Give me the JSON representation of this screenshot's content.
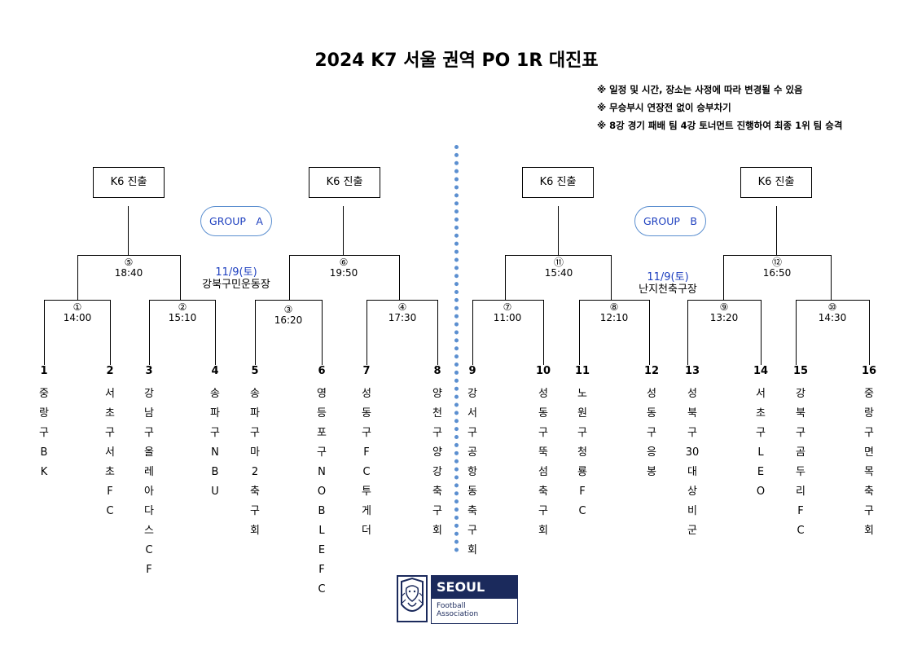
{
  "title": "2024 K7 서울 권역 PO 1R 대진표",
  "notes": [
    "※ 일정 및 시간, 장소는 사정에 따라 변경될 수 있음",
    "※ 무승부시 연장전 없이 승부차기",
    "※ 8강 경기 패배 팀 4강 토너먼트 진행하여 최종 1위 팀 승격"
  ],
  "advance_label": "K6 진출",
  "groups": [
    {
      "name": "GROUP　A",
      "date": "11/9(토)",
      "venue": "강북구민운동장"
    },
    {
      "name": "GROUP　B",
      "date": "11/9(토)",
      "venue": "난지천축구장"
    }
  ],
  "matches": [
    {
      "no": "①",
      "time": "14:00"
    },
    {
      "no": "②",
      "time": "15:10"
    },
    {
      "no": "③",
      "time": "16:20"
    },
    {
      "no": "④",
      "time": "17:30"
    },
    {
      "no": "⑤",
      "time": "18:40"
    },
    {
      "no": "⑥",
      "time": "19:50"
    },
    {
      "no": "⑦",
      "time": "11:00"
    },
    {
      "no": "⑧",
      "time": "12:10"
    },
    {
      "no": "⑨",
      "time": "13:20"
    },
    {
      "no": "⑩",
      "time": "14:30"
    },
    {
      "no": "⑪",
      "time": "15:40"
    },
    {
      "no": "⑫",
      "time": "16:50"
    }
  ],
  "teams": [
    {
      "num": "1",
      "name": [
        "중",
        "랑",
        "구",
        "B",
        "K"
      ]
    },
    {
      "num": "2",
      "name": [
        "서",
        "초",
        "구",
        "서",
        "초",
        "F",
        "C"
      ]
    },
    {
      "num": "3",
      "name": [
        "강",
        "남",
        "구",
        "올",
        "레",
        "아",
        "다",
        "스",
        "C",
        "F"
      ]
    },
    {
      "num": "4",
      "name": [
        "송",
        "파",
        "구",
        "N",
        "B",
        "U"
      ]
    },
    {
      "num": "5",
      "name": [
        "송",
        "파",
        "구",
        "마",
        "2",
        "축",
        "구",
        "회"
      ]
    },
    {
      "num": "6",
      "name": [
        "영",
        "등",
        "포",
        "구",
        "N",
        "O",
        "B",
        "L",
        "E",
        "F",
        "C"
      ]
    },
    {
      "num": "7",
      "name": [
        "성",
        "동",
        "구",
        "F",
        "C",
        "투",
        "게",
        "더"
      ]
    },
    {
      "num": "8",
      "name": [
        "양",
        "천",
        "구",
        "양",
        "강",
        "축",
        "구",
        "회"
      ]
    },
    {
      "num": "9",
      "name": [
        "강",
        "서",
        "구",
        "공",
        "항",
        "동",
        "축",
        "구",
        "회"
      ]
    },
    {
      "num": "10",
      "name": [
        "성",
        "동",
        "구",
        "뚝",
        "섬",
        "축",
        "구",
        "회"
      ]
    },
    {
      "num": "11",
      "name": [
        "노",
        "원",
        "구",
        "청",
        "룡",
        "F",
        "C"
      ]
    },
    {
      "num": "12",
      "name": [
        "성",
        "동",
        "구",
        "응",
        "봉"
      ]
    },
    {
      "num": "13",
      "name": [
        "성",
        "북",
        "구",
        "30",
        "대",
        "상",
        "비",
        "군"
      ]
    },
    {
      "num": "14",
      "name": [
        "서",
        "초",
        "구",
        "L",
        "E",
        "O"
      ]
    },
    {
      "num": "15",
      "name": [
        "강",
        "북",
        "구",
        "곰",
        "두",
        "리",
        "F",
        "C"
      ]
    },
    {
      "num": "16",
      "name": [
        "중",
        "랑",
        "구",
        "면",
        "목",
        "축",
        "구",
        "회"
      ]
    }
  ],
  "logo": {
    "top": "SEOUL",
    "sub": "Football\nAssociation"
  },
  "colors": {
    "accent": "#1d3fbf",
    "divider": "#5b8fd0",
    "logo_navy": "#1b2a5c"
  }
}
